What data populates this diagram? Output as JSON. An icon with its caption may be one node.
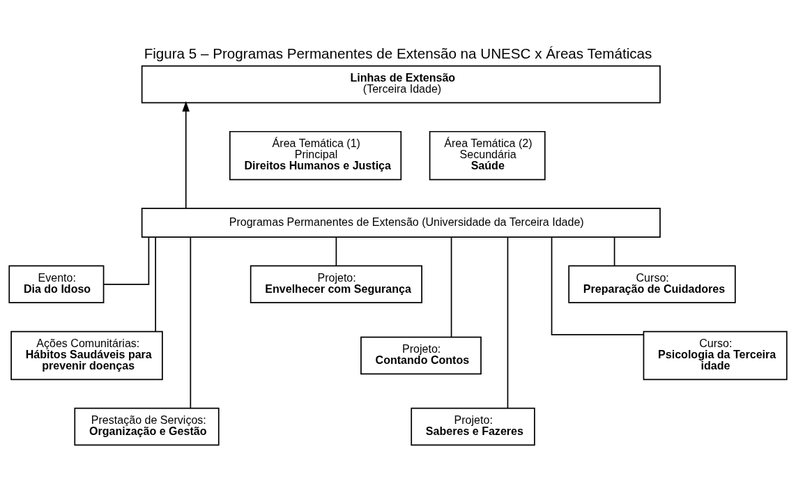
{
  "diagram": {
    "title": "Figura 5 – Programas Permanentes de Extensão na UNESC x Áreas Temáticas",
    "nodes": [
      {
        "text": [
          "Linhas de Extensão",
          "(Terceira Idade)"
        ]
      },
      {
        "text": [
          "Área Temática (1) Principal",
          "Direitos Humanos e Justiça"
        ]
      },
      {
        "text": [
          "Área Temática (2) Secundária",
          "Saúde"
        ]
      },
      {
        "text": [
          "Programas Permanentes de Extensão (Universidade da Terceira Idade)"
        ]
      },
      {
        "text": [
          "Evento:",
          "Dia do Idoso"
        ]
      },
      {
        "text": [
          "Ações Comunitárias:",
          "Hábitos Saudáveis para prevenir doenças"
        ]
      },
      {
        "text": [
          "Prestação de Serviços:",
          "Organização e Gestão"
        ]
      },
      {
        "text": [
          "Projeto:",
          "Envelhecer com Segurança"
        ]
      },
      {
        "text": [
          "Projeto:",
          "Contando Contos"
        ]
      },
      {
        "text": [
          "Projeto:",
          "Saberes e Fazeres"
        ]
      },
      {
        "text": [
          "Curso:",
          "Preparação de Cuidadores"
        ]
      },
      {
        "text": [
          "Curso:",
          "Psicologia da Terceira idade"
        ]
      }
    ],
    "edges": [
      {
        "from": 3,
        "to": 0,
        "arrow": "to"
      },
      {
        "from": 3,
        "to": 4,
        "arrow": "none"
      },
      {
        "from": 3,
        "to": 5,
        "arrow": "none"
      },
      {
        "from": 3,
        "to": 6,
        "arrow": "none"
      },
      {
        "from": 3,
        "to": 7,
        "arrow": "none"
      },
      {
        "from": 3,
        "to": 8,
        "arrow": "none"
      },
      {
        "from": 3,
        "to": 9,
        "arrow": "none"
      },
      {
        "from": 3,
        "to": 10,
        "arrow": "none"
      },
      {
        "from": 3,
        "to": 11,
        "arrow": "none"
      }
    ]
  }
}
